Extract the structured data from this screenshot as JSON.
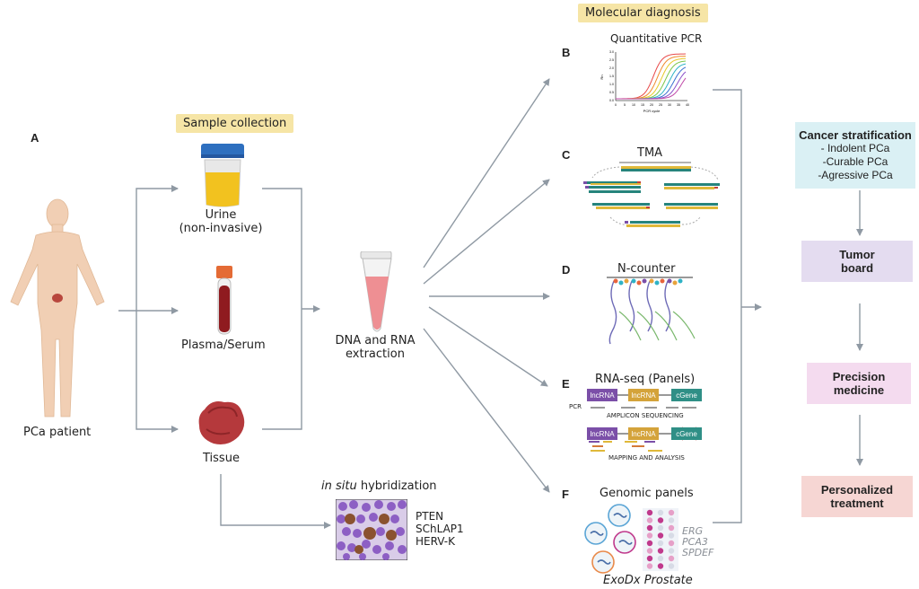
{
  "labels": {
    "panel_a": "A",
    "panel_b": "B",
    "panel_c": "C",
    "panel_d": "D",
    "panel_e": "E",
    "panel_f": "F",
    "sample_collection": "Sample collection",
    "molecular_diagnosis": "Molecular diagnosis",
    "patient": "PCa patient",
    "urine_line1": "Urine",
    "urine_line2": "(non-invasive)",
    "plasma": "Plasma/Serum",
    "tissue": "Tissue",
    "dna_rna_line1": "DNA and RNA",
    "dna_rna_line2": "extraction",
    "ish_italic": "in situ",
    "ish_rest": " hybridization",
    "ish_gene1": "PTEN",
    "ish_gene2": "SChLAP1",
    "ish_gene3": "HERV-K",
    "qpcr_title": "Quantitative  PCR",
    "qpcr_xlabel": "PCR cycle",
    "qpcr_ylabel": "Rn",
    "tma_title": "TMA",
    "ncounter_title": "N-counter",
    "rnaseq_title": "RNA-seq (Panels)",
    "lncrna": "lncRNA",
    "cgene": "cGene",
    "pcr": "PCR",
    "amplicon": "AMPLICON SEQUENCING",
    "mapping": "MAPPING AND ANALYSIS",
    "genomic_panels": "Genomic panels",
    "gene_erg": "ERG",
    "gene_pca3": "PCA3",
    "gene_spdef": "SPDEF",
    "exodx": "ExoDx Prostate"
  },
  "qpcr_ticks": {
    "y": [
      "0.0",
      "0.5",
      "1.0",
      "1.5",
      "2.0",
      "2.5",
      "3.0"
    ],
    "x": [
      "0",
      "5",
      "10",
      "15",
      "20",
      "25",
      "30",
      "35",
      "40"
    ]
  },
  "stratification": {
    "title": "Cancer stratification",
    "items": [
      "- Indolent PCa",
      "-Curable PCa",
      "-Agressive PCa"
    ]
  },
  "flow": {
    "tumor_board_1": "Tumor",
    "tumor_board_2": "board",
    "precision_1": "Precision",
    "precision_2": "medicine",
    "personalized_1": "Personalized",
    "personalized_2": "treatment"
  },
  "colors": {
    "tag": "#f6e5a6",
    "strat_box": "#daf0f4",
    "tumor_box": "#e4dcf0",
    "precision_box": "#f4dbef",
    "personalized_box": "#f6d6d3",
    "arrow": "#8f99a3",
    "lncrna": "#7b4fa8",
    "lncrna2": "#d4a33a",
    "cgene": "#2f8f86"
  }
}
